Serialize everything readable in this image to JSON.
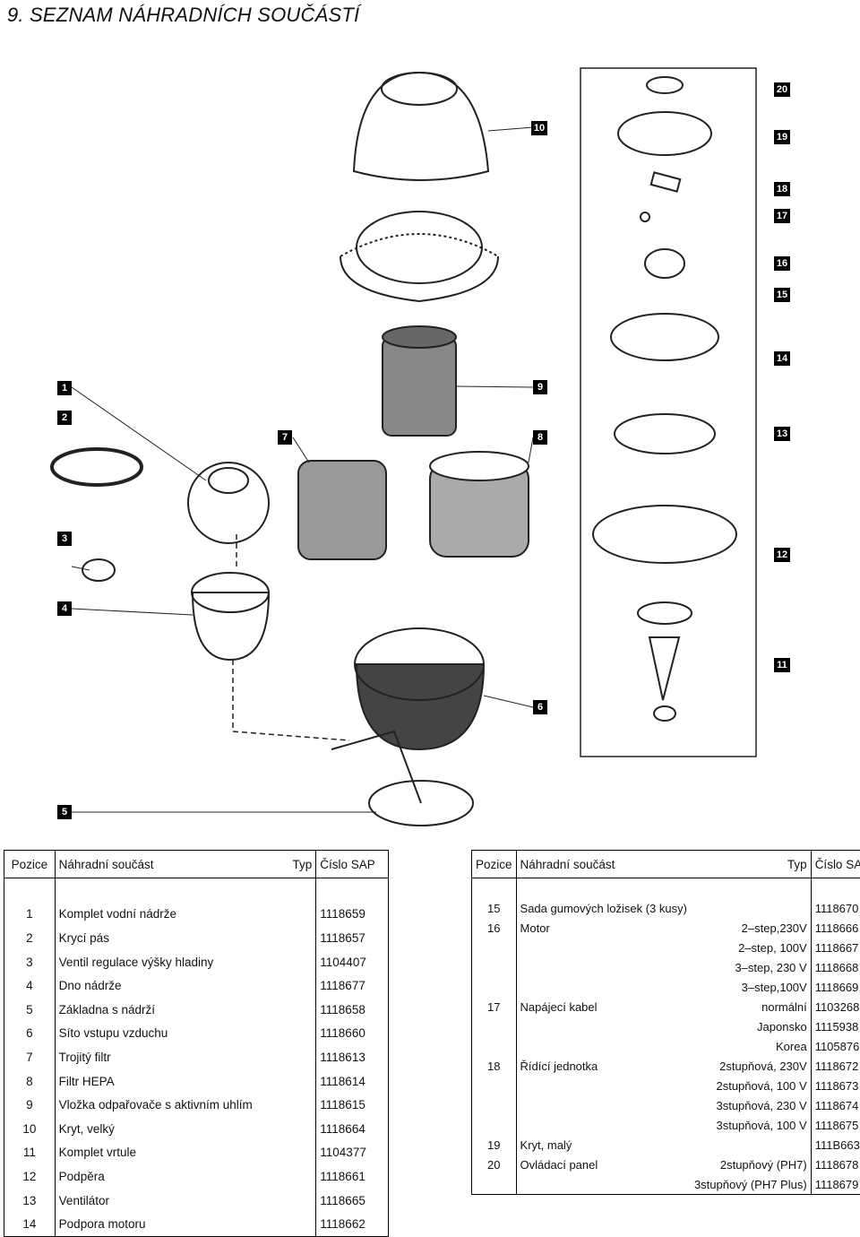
{
  "title": "9. SEZNAM NÁHRADNÍCH SOUČÁSTÍ",
  "diagram": {
    "callouts": [
      "1",
      "2",
      "3",
      "4",
      "5",
      "6",
      "7",
      "8",
      "9",
      "10",
      "11",
      "12",
      "13",
      "14",
      "15",
      "16",
      "17",
      "18",
      "19",
      "20"
    ]
  },
  "table_left": {
    "headers": {
      "pos": "Pozice",
      "name": "Náhradní součást",
      "typ": "Typ",
      "sap": "Číslo SAP"
    },
    "rows": [
      {
        "pos": "1",
        "name": "Komplet vodní nádrže",
        "typ": "",
        "sap": "1118659"
      },
      {
        "pos": "2",
        "name": "Krycí pás",
        "typ": "",
        "sap": "1118657"
      },
      {
        "pos": "3",
        "name": "Ventil regulace výšky hladiny",
        "typ": "",
        "sap": "1104407"
      },
      {
        "pos": "4",
        "name": "Dno nádrže",
        "typ": "",
        "sap": "1118677"
      },
      {
        "pos": "5",
        "name": "Základna s nádrží",
        "typ": "",
        "sap": "1118658"
      },
      {
        "pos": "6",
        "name": "Síto vstupu vzduchu",
        "typ": "",
        "sap": "1118660"
      },
      {
        "pos": "7",
        "name": "Trojitý filtr",
        "typ": "",
        "sap": "1118613"
      },
      {
        "pos": "8",
        "name": "Filtr HEPA",
        "typ": "",
        "sap": "1118614"
      },
      {
        "pos": "9",
        "name": "Vložka odpařovače s aktivním uhlím",
        "typ": "",
        "sap": "1118615"
      },
      {
        "pos": "10",
        "name": "Kryt, velký",
        "typ": "",
        "sap": "1118664"
      },
      {
        "pos": "11",
        "name": "Komplet vrtule",
        "typ": "",
        "sap": "1104377"
      },
      {
        "pos": "12",
        "name": "Podpěra",
        "typ": "",
        "sap": "1118661"
      },
      {
        "pos": "13",
        "name": "Ventilátor",
        "typ": "",
        "sap": "1118665"
      },
      {
        "pos": "14",
        "name": "Podpora motoru",
        "typ": "",
        "sap": "1118662"
      }
    ]
  },
  "table_right": {
    "headers": {
      "pos": "Pozice",
      "name": "Náhradní součást",
      "typ": "Typ",
      "sap": "Číslo SAP"
    },
    "rows": [
      {
        "pos": "15",
        "name": "Sada gumových ložisek (3 kusy)",
        "typ": "",
        "sap": "1118670"
      },
      {
        "pos": "16",
        "name": "Motor",
        "typ": "2–step,230V",
        "sap": "1118666"
      },
      {
        "pos": "",
        "name": "",
        "typ": "2–step, 100V",
        "sap": "1118667"
      },
      {
        "pos": "",
        "name": "",
        "typ": "3–step, 230 V",
        "sap": "1118668"
      },
      {
        "pos": "",
        "name": "",
        "typ": "3–step,100V",
        "sap": "1118669"
      },
      {
        "pos": "17",
        "name": "Napájecí kabel",
        "typ": "normální",
        "sap": "1103268"
      },
      {
        "pos": "",
        "name": "",
        "typ": "Japonsko",
        "sap": "1115938"
      },
      {
        "pos": "",
        "name": "",
        "typ": "Korea",
        "sap": "1105876"
      },
      {
        "pos": "18",
        "name": "Řídící jednotka",
        "typ": "2stupňová, 230V",
        "sap": "1118672"
      },
      {
        "pos": "",
        "name": "",
        "typ": "2stupňová, 100 V",
        "sap": "1118673"
      },
      {
        "pos": "",
        "name": "",
        "typ": "3stupňová, 230 V",
        "sap": "1118674"
      },
      {
        "pos": "",
        "name": "",
        "typ": "3stupňová, 100 V",
        "sap": "1118675"
      },
      {
        "pos": "19",
        "name": "Kryt, malý",
        "typ": "",
        "sap": "111B663"
      },
      {
        "pos": "20",
        "name": "Ovládací panel",
        "typ": "2stupňový (PH7)",
        "sap": "1118678"
      },
      {
        "pos": "",
        "name": "",
        "typ": "3stupňový (PH7 Plus)",
        "sap": "1118679"
      }
    ]
  }
}
